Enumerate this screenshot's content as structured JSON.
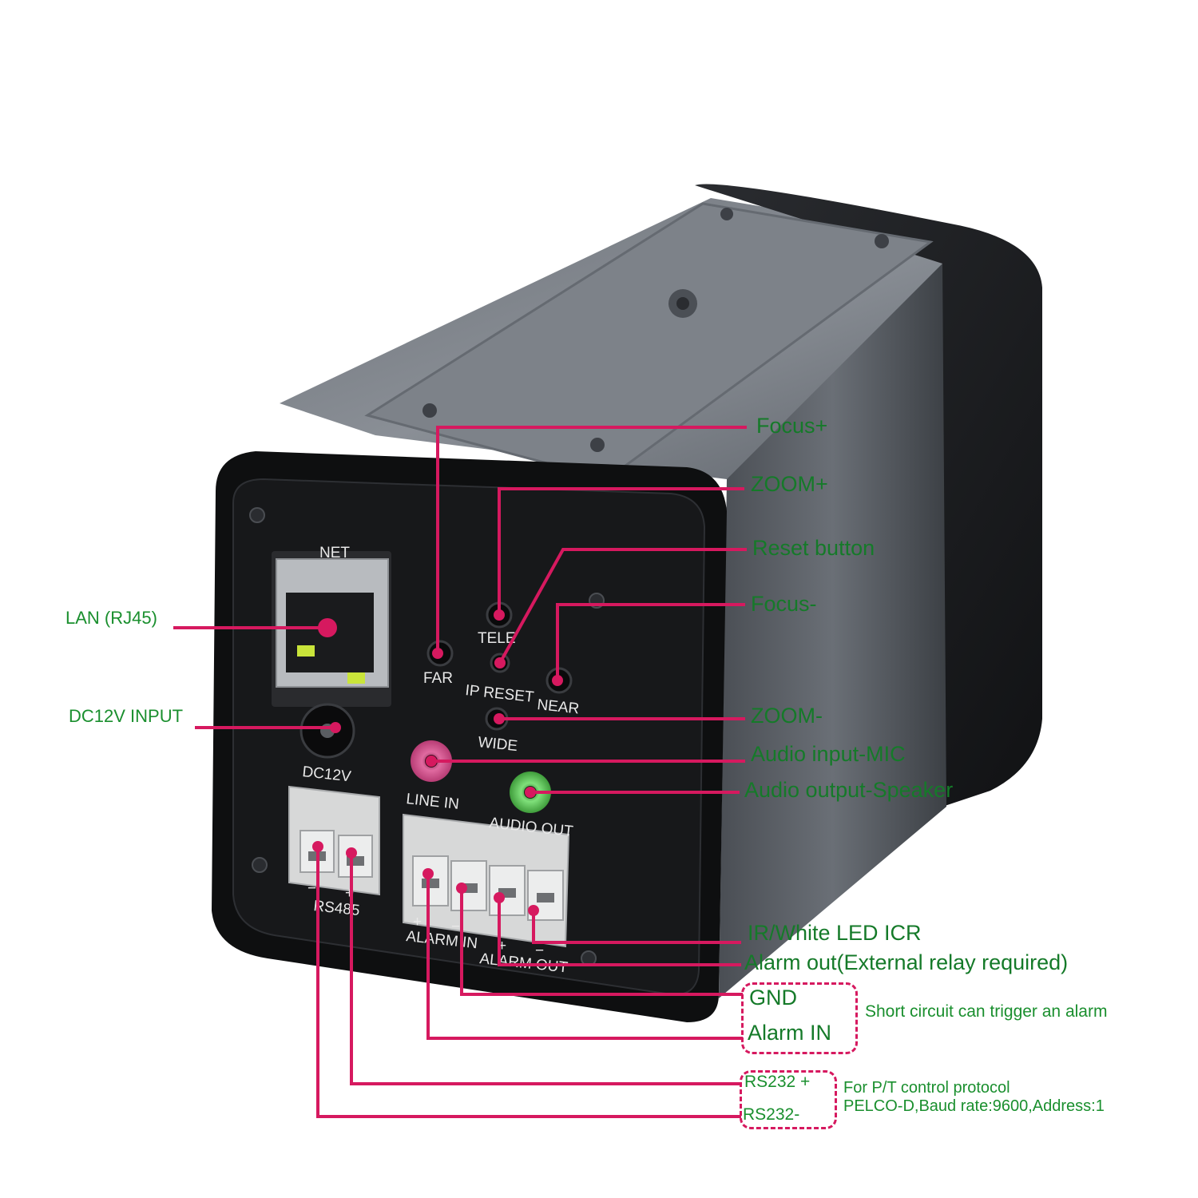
{
  "labels": {
    "focus_plus": "Focus+",
    "zoom_plus": "ZOOM+",
    "reset_button": "Reset button",
    "focus_minus": "Focus-",
    "zoom_minus": "ZOOM-",
    "audio_in": "Audio input-MIC",
    "audio_out": "Audio output-Speaker",
    "lan": "LAN (RJ45)",
    "dc_input": "DC12V INPUT",
    "ir_led": "IR/White LED ICR",
    "alarm_out": "Alarm out(External relay required)",
    "gnd": "GND",
    "alarm_in": "Alarm IN",
    "alarm_note": "Short circuit can trigger an alarm",
    "rs232_plus": "RS232 +",
    "rs232_minus": "RS232-",
    "protocol_note_1": "For P/T control protocol",
    "protocol_note_2": "PELCO-D,Baud rate:9600,Address:1"
  },
  "panel": {
    "net": "NET",
    "tele": "TELE",
    "far": "FAR",
    "ip_reset": "IP RESET",
    "near": "NEAR",
    "wide": "WIDE",
    "dc12v": "DC12V",
    "line_in": "LINE IN",
    "audio_out": "AUDIO OUT",
    "rs485": "RS485",
    "alarm_in": "ALARM IN",
    "alarm_out": "ALARM OUT",
    "plus": "+",
    "minus": "−"
  },
  "colors": {
    "callout_line": "#d6195f",
    "label_text": "#157a29",
    "camera_body": "#5a5f66",
    "panel_face": "#151618"
  }
}
